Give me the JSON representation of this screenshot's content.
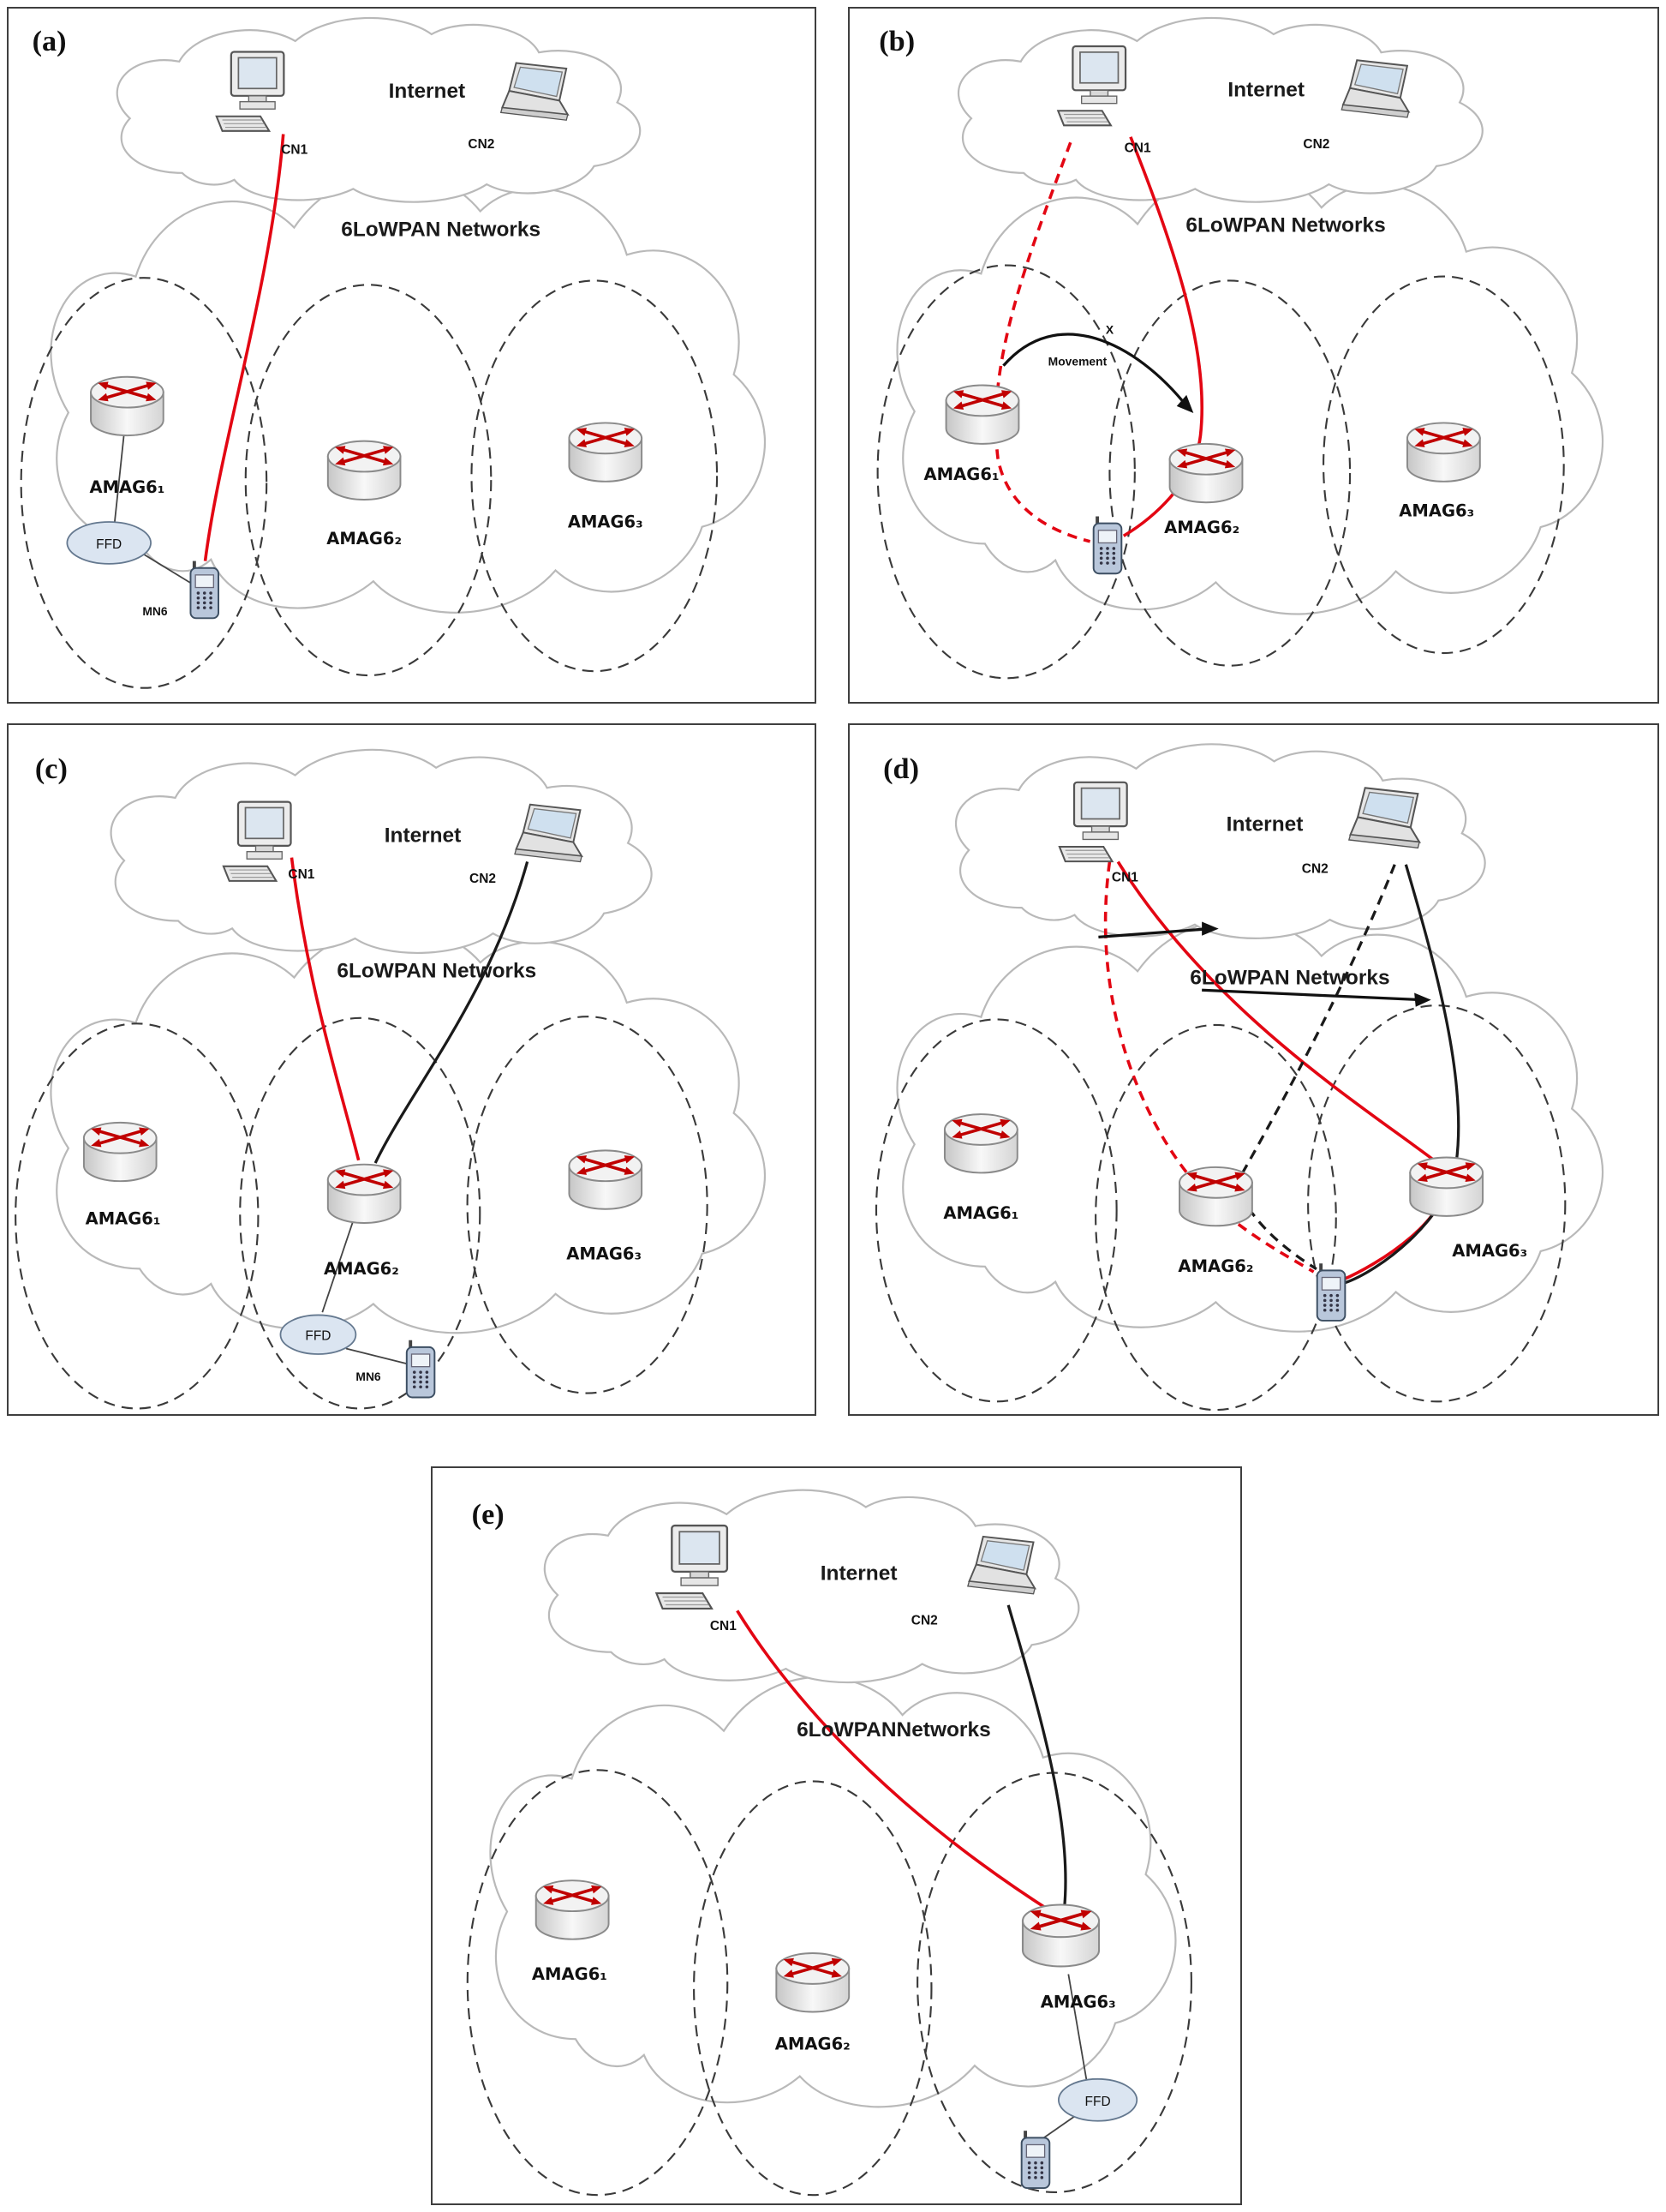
{
  "figure": {
    "colors": {
      "red_path": "#e30613",
      "black_path": "#1a1a1a",
      "cloud_stroke": "#b9b9b9",
      "ffd_fill": "#dbe5f1",
      "router_arrow_red": "#c00000"
    },
    "panels": {
      "a": {
        "tag": "(a)",
        "internet_label": "Internet",
        "network_label": "6LoWPAN Networks",
        "cn1": "CN1",
        "cn2": "CN2",
        "amag1": "AMAG6₁",
        "amag2": "AMAG6₂",
        "amag3": "AMAG6₃",
        "ffd": "FFD",
        "mn6": "MN6"
      },
      "b": {
        "tag": "(b)",
        "internet_label": "Internet",
        "network_label": "6LoWPAN Networks",
        "cn1": "CN1",
        "cn2": "CN2",
        "amag1": "AMAG6₁",
        "amag2": "AMAG6₂",
        "amag3": "AMAG6₃",
        "x_mark": "X",
        "movement": "Movement"
      },
      "c": {
        "tag": "(c)",
        "internet_label": "Internet",
        "network_label": "6LoWPAN Networks",
        "cn1": "CN1",
        "cn2": "CN2",
        "amag1": "AMAG6₁",
        "amag2": "AMAG6₂",
        "amag3": "AMAG6₃",
        "ffd": "FFD",
        "mn6": "MN6"
      },
      "d": {
        "tag": "(d)",
        "internet_label": "Internet",
        "network_label": "6LoWPAN Networks",
        "cn1": "CN1",
        "cn2": "CN2",
        "amag1": "AMAG6₁",
        "amag2": "AMAG6₂",
        "amag3": "AMAG6₃"
      },
      "e": {
        "tag": "(e)",
        "internet_label": "Internet",
        "network_label": "6LoWPANNetworks",
        "cn1": "CN1",
        "cn2": "CN2",
        "amag1": "AMAG6₁",
        "amag2": "AMAG6₂",
        "amag3": "AMAG6₃",
        "ffd": "FFD"
      }
    }
  }
}
